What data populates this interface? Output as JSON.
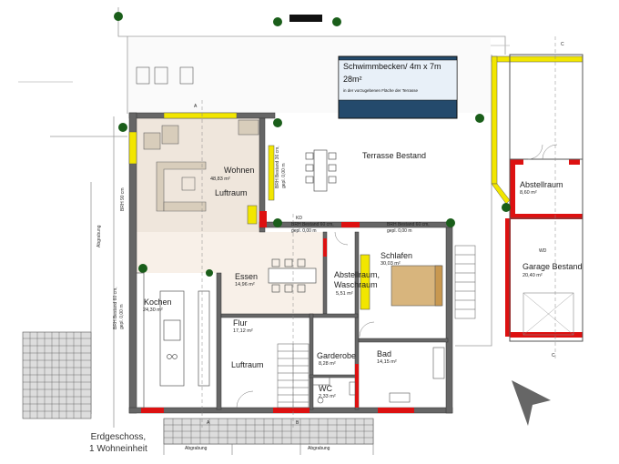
{
  "rooms": {
    "wohnen": {
      "name": "Wohnen",
      "area": "48,83 m²",
      "note": "Luftraum"
    },
    "essen": {
      "name": "Essen",
      "area": "14,96 m²"
    },
    "kochen": {
      "name": "Kochen",
      "area": "24,30 m²"
    },
    "flur": {
      "name": "Flur",
      "area": "17,12 m²",
      "note": "Luftraum"
    },
    "abstellraum_wasch": {
      "name": "Abstellraum,\nWaschraum",
      "line1": "Abstellraum,",
      "line2": "Waschraum",
      "area": "5,51 m²"
    },
    "schlafen": {
      "name": "Schlafen",
      "area": "30,03 m²"
    },
    "garderobe": {
      "name": "Garderobe",
      "area": "8,28 m²"
    },
    "bad": {
      "name": "Bad",
      "area": "14,15 m²"
    },
    "wc": {
      "name": "WC",
      "area": "2,33 m²"
    },
    "abstellraum": {
      "name": "Abstellraum",
      "area": "8,60 m²"
    },
    "garage": {
      "name": "Garage Bestand",
      "area": "20,40 m²",
      "mark": "WD"
    }
  },
  "pool": {
    "title": "Schwimmbecken/ 4m x 7m",
    "area": "28m²",
    "note": "in der vorzugebenen Fläche der Terrasse"
  },
  "terrace": {
    "label": "Terrasse Bestand"
  },
  "annotations": {
    "brh_90": "BRH 90 cm",
    "brh_60_left": "BRH Bestand 60 cm,",
    "brh_60_left_2": "gepl. 0,00 m",
    "brh_36": "BRH Bestand 36 cm,",
    "brh_36_2": "gepl. 0,00 m",
    "brh_60_mid": "BRH Bestand 60 cm,",
    "brh_60_mid_2": "gepl. 0,00 m",
    "brh_60_right": "BRH Bestand 60 cm,",
    "brh_60_right_2": "gepl. 0,00 m",
    "abgrabung_left": "Abgrabung",
    "abgrabung_bottom_1": "Abgrabung",
    "abgrabung_bottom_2": "Abgrabung",
    "kd": "KD",
    "section_a": "A",
    "section_b": "B",
    "section_c": "C"
  },
  "footer": {
    "line1": "Erdgeschoss,",
    "line2": "1 Wohneinheit"
  },
  "colors": {
    "wall": "#666666",
    "wall_new": "#dd1111",
    "window_new": "#f2e600",
    "wohnen_floor": "#efe6dc",
    "essen_floor": "#f8f0e8",
    "pool": "#244a6c",
    "plant": "#1a5e1a"
  }
}
